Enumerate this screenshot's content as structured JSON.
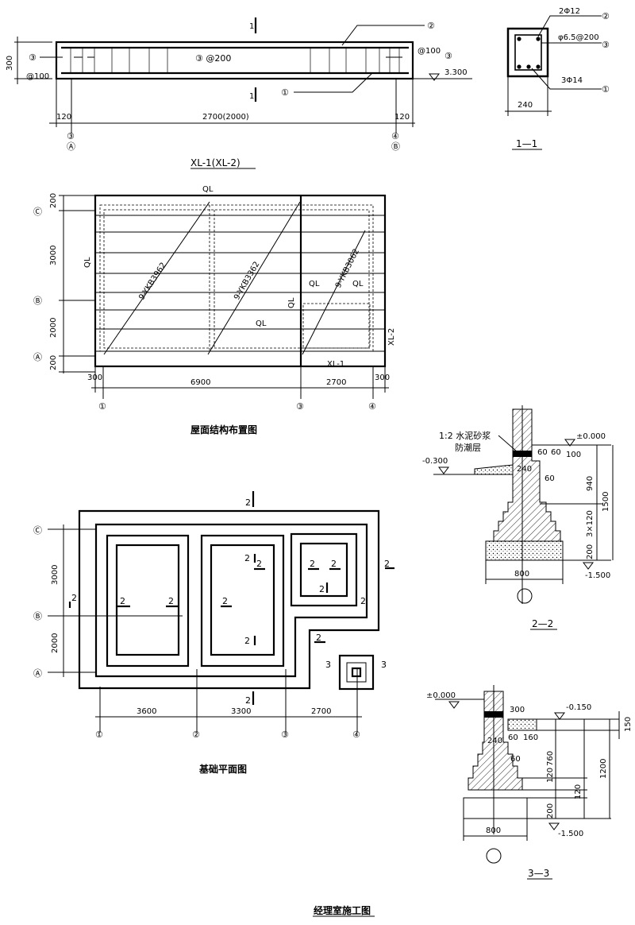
{
  "sheet_title": "经理室施工图",
  "beam": {
    "title": "XL-1(XL-2)",
    "callouts": [
      "②",
      "①",
      "③",
      "③",
      "③"
    ],
    "stirrup_mid": "③ @200",
    "stirrup_end_left": "@100",
    "stirrup_end_right": "@100",
    "section_mark": "1",
    "height_dim": "300",
    "elevation": "3.300",
    "dim_left": "120",
    "dim_span": "2700(2000)",
    "dim_right": "120",
    "axes": [
      "③",
      "Ⓐ",
      "④",
      "Ⓑ"
    ]
  },
  "section_1_1": {
    "title": "1—1",
    "top_bars": "2Φ12",
    "stirrup": "φ6.5@200",
    "bottom_bars": "3Φ14",
    "width": "240",
    "callouts": [
      "②",
      "③",
      "①"
    ]
  },
  "roof_plan": {
    "title": "屋面结构布置图",
    "labels": [
      "QL",
      "QL",
      "QL",
      "QL",
      "QL",
      "QL"
    ],
    "slabs": [
      "9-YKB3962",
      "9-YKB3362",
      "9-YKB3062"
    ],
    "beam_labels": [
      "XL-1",
      "XL-2"
    ],
    "left_dims": [
      "200",
      "3000",
      "2000",
      "200"
    ],
    "bottom_dims": [
      "300",
      "6900",
      "2700",
      "300"
    ],
    "axes_left": [
      "Ⓒ",
      "Ⓑ",
      "Ⓐ"
    ],
    "axes_bottom": [
      "①",
      "③",
      "④"
    ]
  },
  "foundation_plan": {
    "title": "基础平面图",
    "section_marks": [
      "2",
      "2",
      "2",
      "2",
      "2",
      "2",
      "2",
      "2",
      "2",
      "2",
      "2",
      "2",
      "2",
      "2",
      "2"
    ],
    "pier_marks": [
      "3",
      "3"
    ],
    "left_dims": [
      "3000",
      "2000"
    ],
    "bottom_dims": [
      "3600",
      "3300",
      "2700"
    ],
    "axes_left": [
      "Ⓒ",
      "Ⓑ",
      "Ⓐ"
    ],
    "axes_bottom": [
      "①",
      "②",
      "③",
      "④"
    ]
  },
  "section_2_2": {
    "title": "2—2",
    "note_1": "1:2 水泥砂浆",
    "note_2": "防潮层",
    "elev_top": "±0.000",
    "elev_ground": "-0.300",
    "elev_bottom": "-1.500",
    "dims": [
      "60",
      "60",
      "100",
      "240",
      "60",
      "940",
      "1500",
      "3×120",
      "200",
      "800"
    ]
  },
  "section_3_3": {
    "title": "3—3",
    "elev_top": "±0.000",
    "elev_side": "-0.150",
    "elev_bottom": "-1.500",
    "dims": [
      "300",
      "240",
      "60",
      "160",
      "60",
      "120",
      "760",
      "1200",
      "150",
      "120",
      "200",
      "800"
    ]
  }
}
